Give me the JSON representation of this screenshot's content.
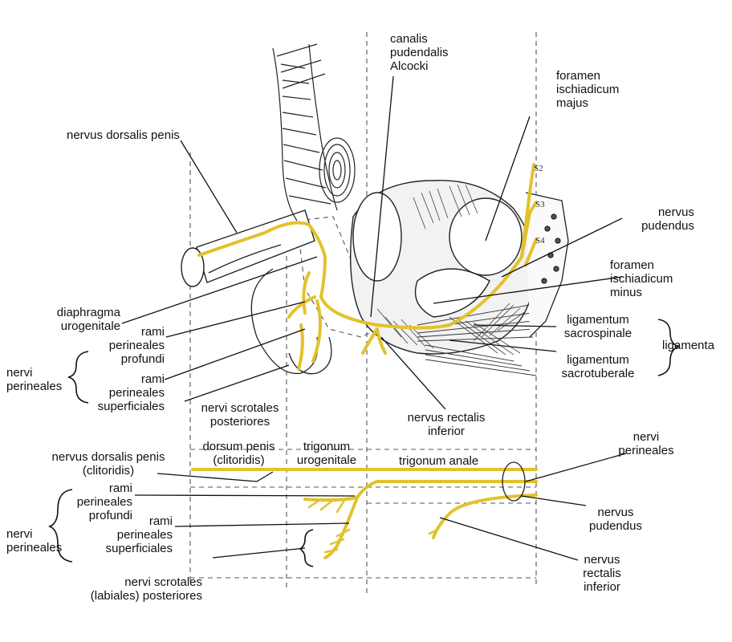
{
  "colors": {
    "nerve": "#e2c22a",
    "nerve_dark": "#b89a10",
    "ink": "#222222",
    "dash": "#555555"
  },
  "upper": {
    "canalis": "canalis\npudendalis\nAlcocki",
    "foramen_majus": "foramen\nischiadicum\nmajus",
    "nervus_dorsalis": "nervus dorsalis penis",
    "nervus_pudendus": "nervus\npudendus",
    "foramen_minus": "foramen\nischiadicum\nminus",
    "diaphragma": "diaphragma\nurogenitale",
    "rami_profundi": "rami\nperineales\nprofundi",
    "rami_superficiales": "rami\nperineales\nsuperficiales",
    "nervi_perineales": "nervi\nperineales",
    "lig_sacrospinale": "ligamentum\nsacrospinale",
    "lig_sacrotuberale": "ligamentum\nsacrotuberale",
    "ligamenta": "ligamenta",
    "nervi_scrotales": "nervi scrotales\nposteriores",
    "nervus_rectalis": "nervus rectalis\ninferior",
    "s2": "S2",
    "s3": "S3",
    "s4": "S4"
  },
  "lower": {
    "nervus_dorsalis": "nervus dorsalis penis\n(clitoridis)",
    "dorsum": "dorsum penis\n(clitoridis)",
    "trigonum_urogenitale": "trigonum\nurogenitale",
    "trigonum_anale": "trigonum anale",
    "nervi_perineales_right": "nervi\nperineales",
    "rami_profundi": "rami\nperineales\nprofundi",
    "rami_superficiales": "rami\nperineales\nsuperficiales",
    "nervi_perineales_left": "nervi\nperineales",
    "nervus_pudendus": "nervus\npudendus",
    "nervi_scrotales": "nervi scrotales\n(labiales) posteriores",
    "nervus_rectalis": "nervus\nrectalis\ninferior"
  }
}
